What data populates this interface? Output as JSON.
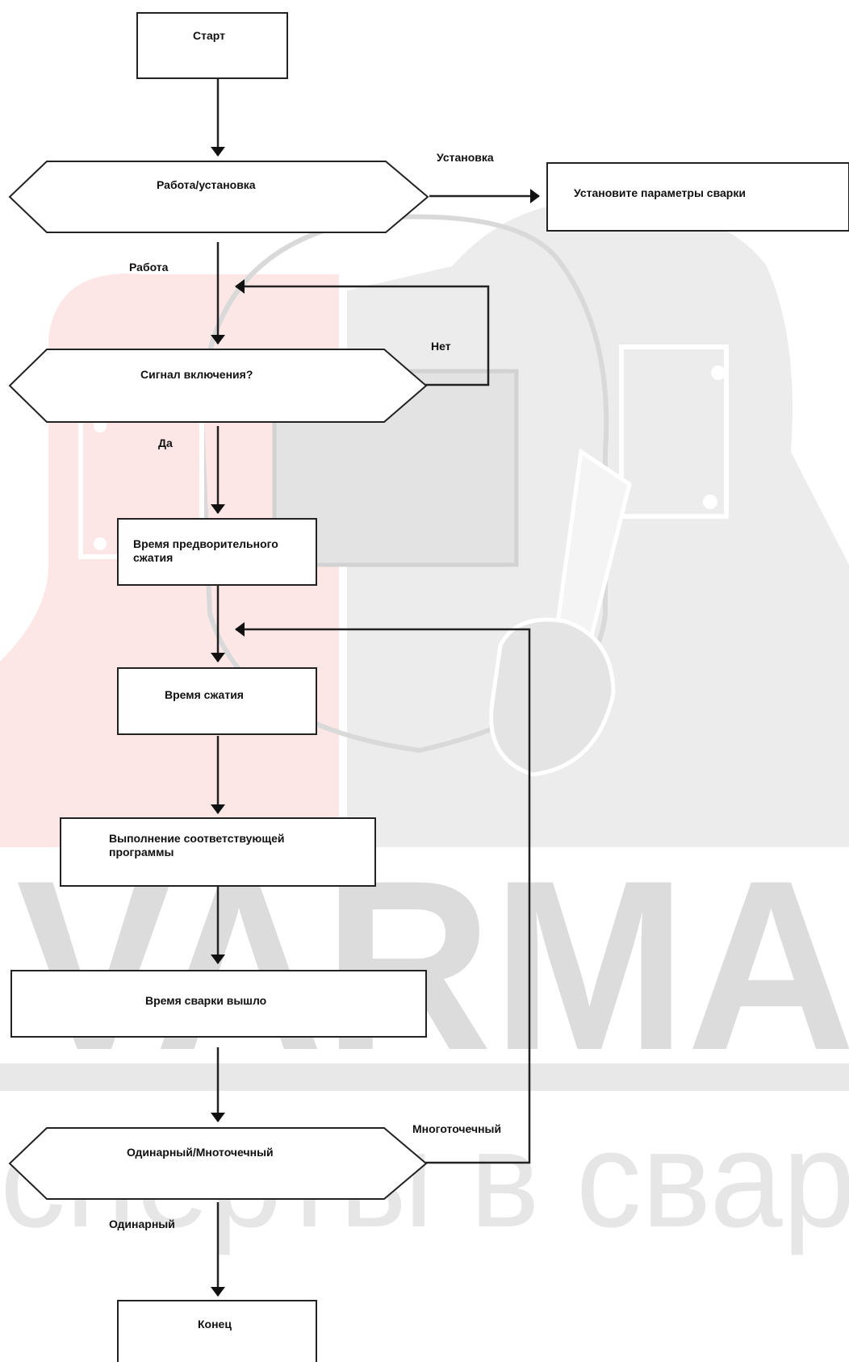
{
  "diagram": {
    "nodes": {
      "start": "Старт",
      "mode_decision": "Работа/установка",
      "set_params": "Установите параметры сварки",
      "start_signal": "Сигнал включения?",
      "pre_squeeze_line1": "Время предворительного",
      "pre_squeeze_line2": "сжатия",
      "squeeze_time": "Время сжатия",
      "program_line1": "Выполнение соответствующей",
      "program_line2": "программы",
      "weld_time_over": "Время сварки вышло",
      "single_multi": "Одинарный/Мноточечный",
      "end": "Конец"
    },
    "edges": {
      "setup": "Установка",
      "work": "Работа",
      "no": "Нет",
      "yes": "Да",
      "multipoint": "Многоточечный",
      "single": "Одинарный"
    }
  },
  "watermark": {
    "brand": "VARMA",
    "tagline": "сперты в свар"
  },
  "colors": {
    "stroke": "#222222",
    "watermark_red": "#fde6e6",
    "watermark_gray": "#ececec",
    "watermark_text": "#dcdcdc"
  }
}
